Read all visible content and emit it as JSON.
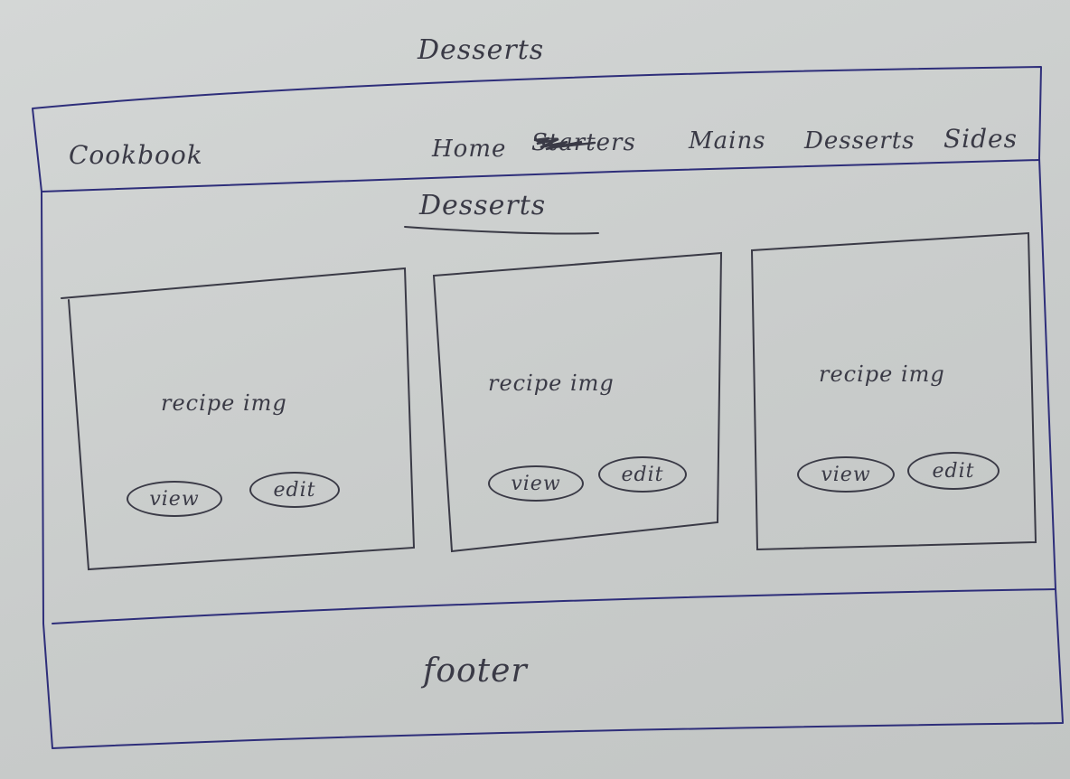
{
  "sheet": {
    "title": "Desserts"
  },
  "header": {
    "brand": "Cookbook",
    "nav": {
      "home": "Home",
      "starters": "Starters",
      "mains": "Mains",
      "desserts": "Desserts",
      "sides": "Sides"
    }
  },
  "main": {
    "heading": "Desserts",
    "cards": [
      {
        "image_label": "recipe img",
        "view_label": "view",
        "edit_label": "edit"
      },
      {
        "image_label": "recipe img",
        "view_label": "view",
        "edit_label": "edit"
      },
      {
        "image_label": "recipe img",
        "view_label": "view",
        "edit_label": "edit"
      }
    ]
  },
  "footer": {
    "label": "footer"
  },
  "colors": {
    "paper": "#cdd0cf",
    "ink": "#3a3a46",
    "frame_ink": "#2e2e7a"
  }
}
